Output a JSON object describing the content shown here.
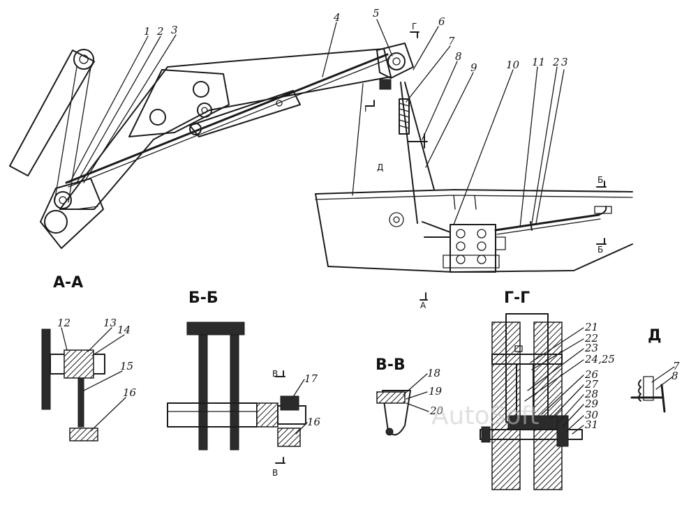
{
  "callouts_main": [
    "1",
    "2",
    "3",
    "4",
    "5",
    "6",
    "7",
    "8",
    "9",
    "10",
    "11",
    "2",
    "3"
  ],
  "callouts_detail": [
    "12",
    "13",
    "14",
    "15",
    "16",
    "17",
    "16",
    "18",
    "19",
    "20",
    "21",
    "22",
    "23",
    "24,25",
    "26",
    "27",
    "28",
    "29",
    "30",
    "31",
    "7",
    "8"
  ],
  "section_titles": {
    "aa": "А-А",
    "bb": "Б-Б",
    "vv": "В-В",
    "gg": "Г-Г",
    "d": "Д"
  },
  "cut_marks": {
    "g": "Г",
    "d": "Д",
    "b": "Б",
    "a": "А",
    "v": "В"
  },
  "watermark": "AutoSoft"
}
